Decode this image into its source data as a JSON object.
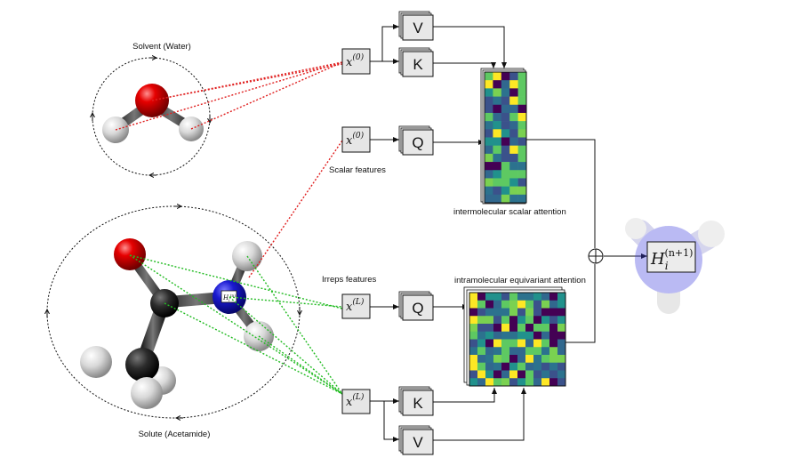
{
  "labels": {
    "solvent": "Solvent (Water)",
    "solute": "Solute (Acetamide)",
    "scalar_features": "Scalar features",
    "irreps_features": "Irreps features",
    "intermolecular": "intermolecular scalar attention",
    "intramolecular": "intramolecular equivariant attention"
  },
  "feature_nodes": {
    "scalar_x": "x",
    "scalar_sup": "(0)",
    "irreps_x": "x",
    "irreps_sup": "(L)"
  },
  "stack_boxes": {
    "v": "V",
    "k": "K",
    "q": "Q"
  },
  "output": {
    "symbol": "H",
    "superscript": "(n+1)",
    "subscript": "i"
  },
  "atom_label": {
    "symbol": "H",
    "superscript": "(n)",
    "subscript": "i"
  },
  "oplus": "⊕",
  "colors": {
    "oxygen": "#d00000",
    "hydrogen": "#e8e8e8",
    "nitrogen": "#1a1acc",
    "carbon": "#2a2a2a",
    "scalar_link": "#e02020",
    "irreps_link": "#22bb22"
  }
}
